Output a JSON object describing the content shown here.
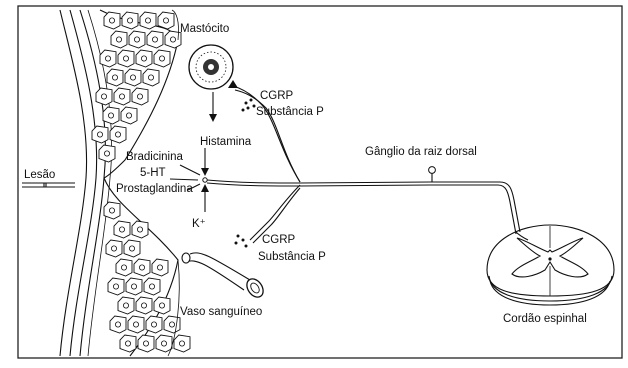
{
  "labels": {
    "mastocito": "Mastócito",
    "cgrp_top": "CGRP",
    "substancia_top": "Substância P",
    "histamina": "Histamina",
    "bradicinina": "Bradicinina",
    "serotonina": "5-HT",
    "prostaglandina": "Prostaglandina",
    "lesao": "Lesão",
    "potassio": "K⁺",
    "ganglio": "Gânglio da raiz dorsal",
    "cgrp_bottom": "CGRP",
    "substancia_bottom": "Substância P",
    "vaso": "Vaso sanguíneo",
    "cordao": "Cordão espinhal"
  }
}
